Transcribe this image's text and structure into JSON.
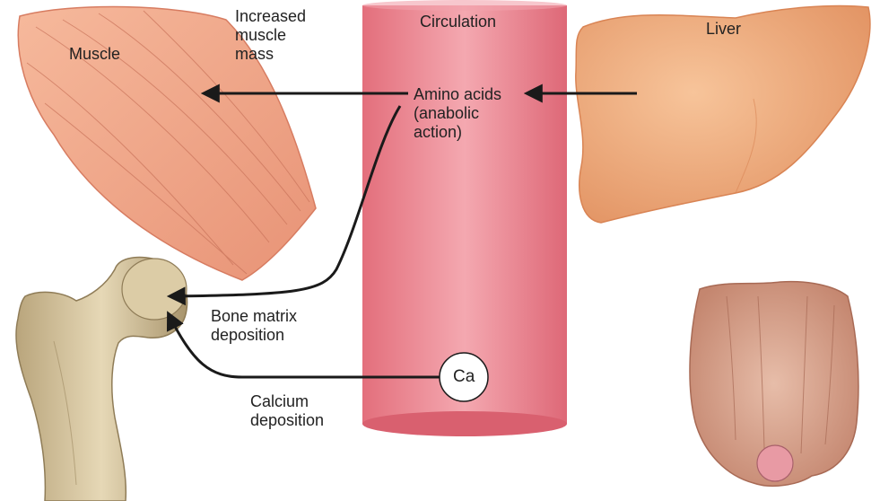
{
  "labels": {
    "muscle": "Muscle",
    "increased_muscle_mass": "Increased\nmuscle\nmass",
    "circulation": "Circulation",
    "liver": "Liver",
    "amino_acids": "Amino acids\n(anabolic\naction)",
    "bone_matrix": "Bone matrix\ndeposition",
    "calcium_symbol": "Ca",
    "calcium_deposition": "Calcium\ndeposition"
  },
  "colors": {
    "circulation_column": "#e9828c",
    "muscle": "#f0a888",
    "liver": "#eda778",
    "bone": "#d8c7a0",
    "genitalia": "#d9a995",
    "arrow": "#1a1a1a"
  }
}
